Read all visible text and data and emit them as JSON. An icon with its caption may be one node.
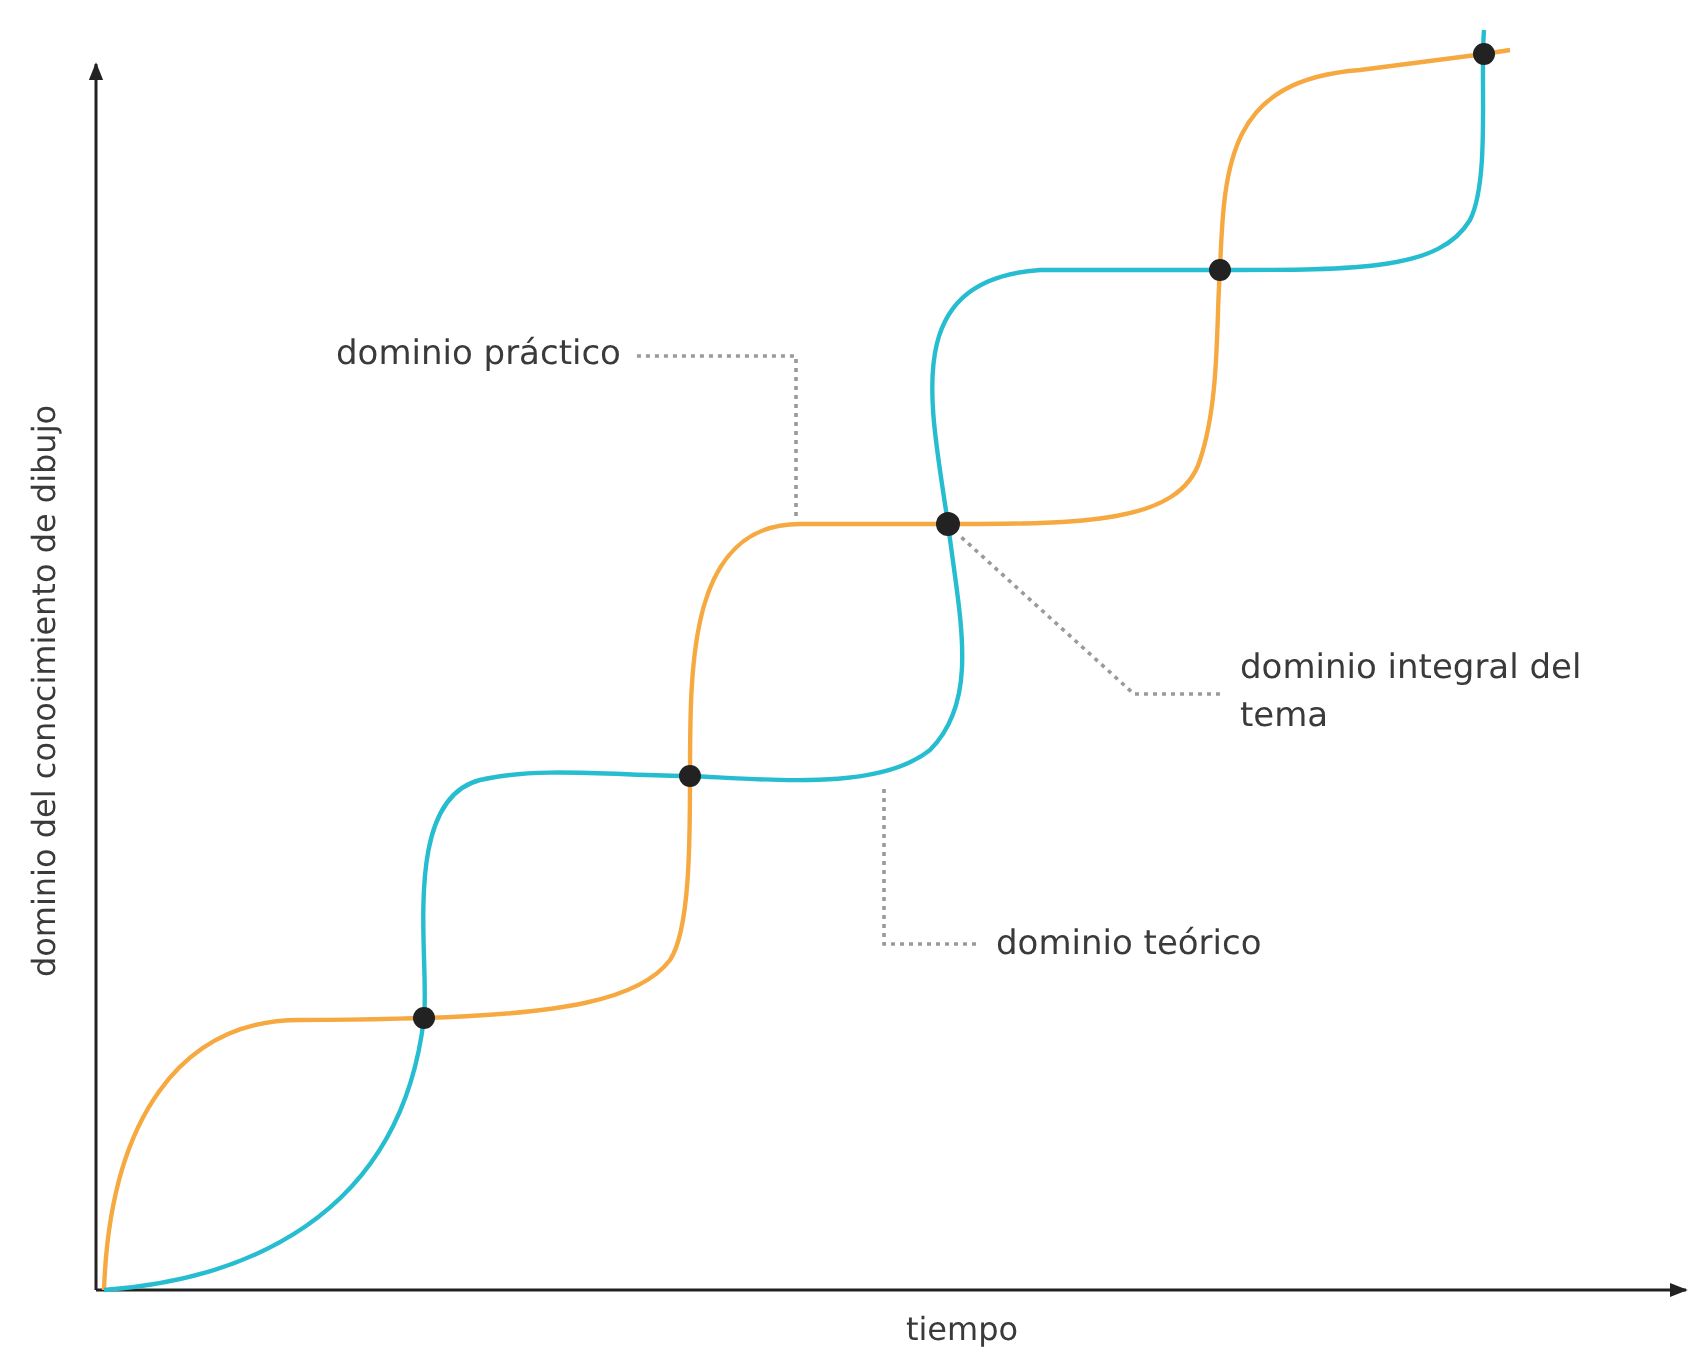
{
  "diagram": {
    "nodes": [
      {
        "text": [
          "dominio práctico"
        ]
      },
      {
        "text": [
          "dominio integral del tema"
        ]
      },
      {
        "text": [],
        "shape": "circle"
      },
      {
        "text": [
          "dominio teórico"
        ]
      }
    ],
    "edges": [
      {
        "from": 0,
        "to": null,
        "arrow": "none",
        "style": "dashed"
      },
      {
        "from": 1,
        "to": 2,
        "arrow": "none",
        "style": "dashed"
      },
      {
        "from": 3,
        "to": null,
        "arrow": "none",
        "style": "dashed"
      }
    ],
    "labels": [
      "dominio del conocimiento de dibujo",
      "tiempo"
    ]
  }
}
